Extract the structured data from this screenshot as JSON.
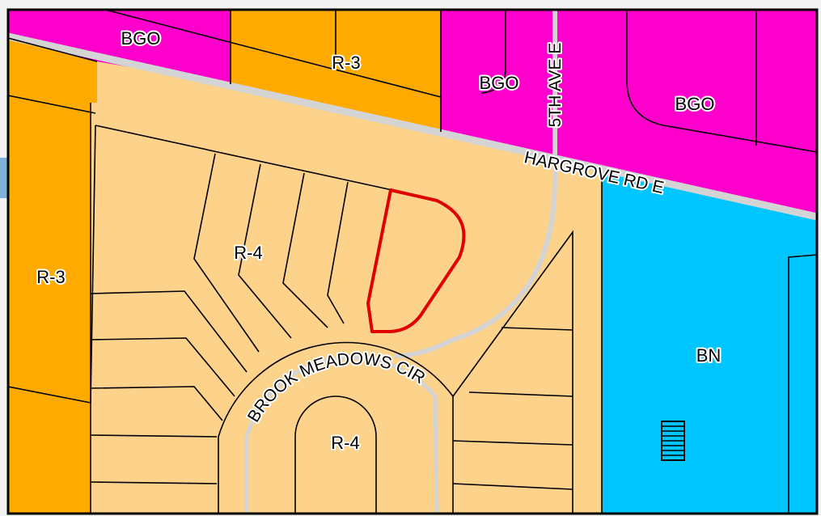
{
  "zones": [
    {
      "id": "bgo-1",
      "label": "BGO"
    },
    {
      "id": "r3-top",
      "label": "R-3"
    },
    {
      "id": "bgo-2",
      "label": "BGO"
    },
    {
      "id": "bgo-3",
      "label": "BGO"
    },
    {
      "id": "r4-1",
      "label": "R-4"
    },
    {
      "id": "r3-left",
      "label": "R-3"
    },
    {
      "id": "bn",
      "label": "BN"
    },
    {
      "id": "r4-2",
      "label": "R-4"
    }
  ],
  "streets": [
    {
      "id": "5th-ave-e",
      "label": "5TH AVE E"
    },
    {
      "id": "hargrove-rd-e",
      "label": "HARGROVE RD E"
    },
    {
      "id": "brook-meadows-cir",
      "label": "BROOK MEADOWS CIR"
    }
  ],
  "colors": {
    "bgo": "#ff00cc",
    "r3": "#ffaa00",
    "r4": "#fdd28a",
    "bn": "#00c5ff",
    "road": "#d4d4d4",
    "parcel_line": "#000000",
    "highlight": "#e00000",
    "frame": "#000000"
  }
}
